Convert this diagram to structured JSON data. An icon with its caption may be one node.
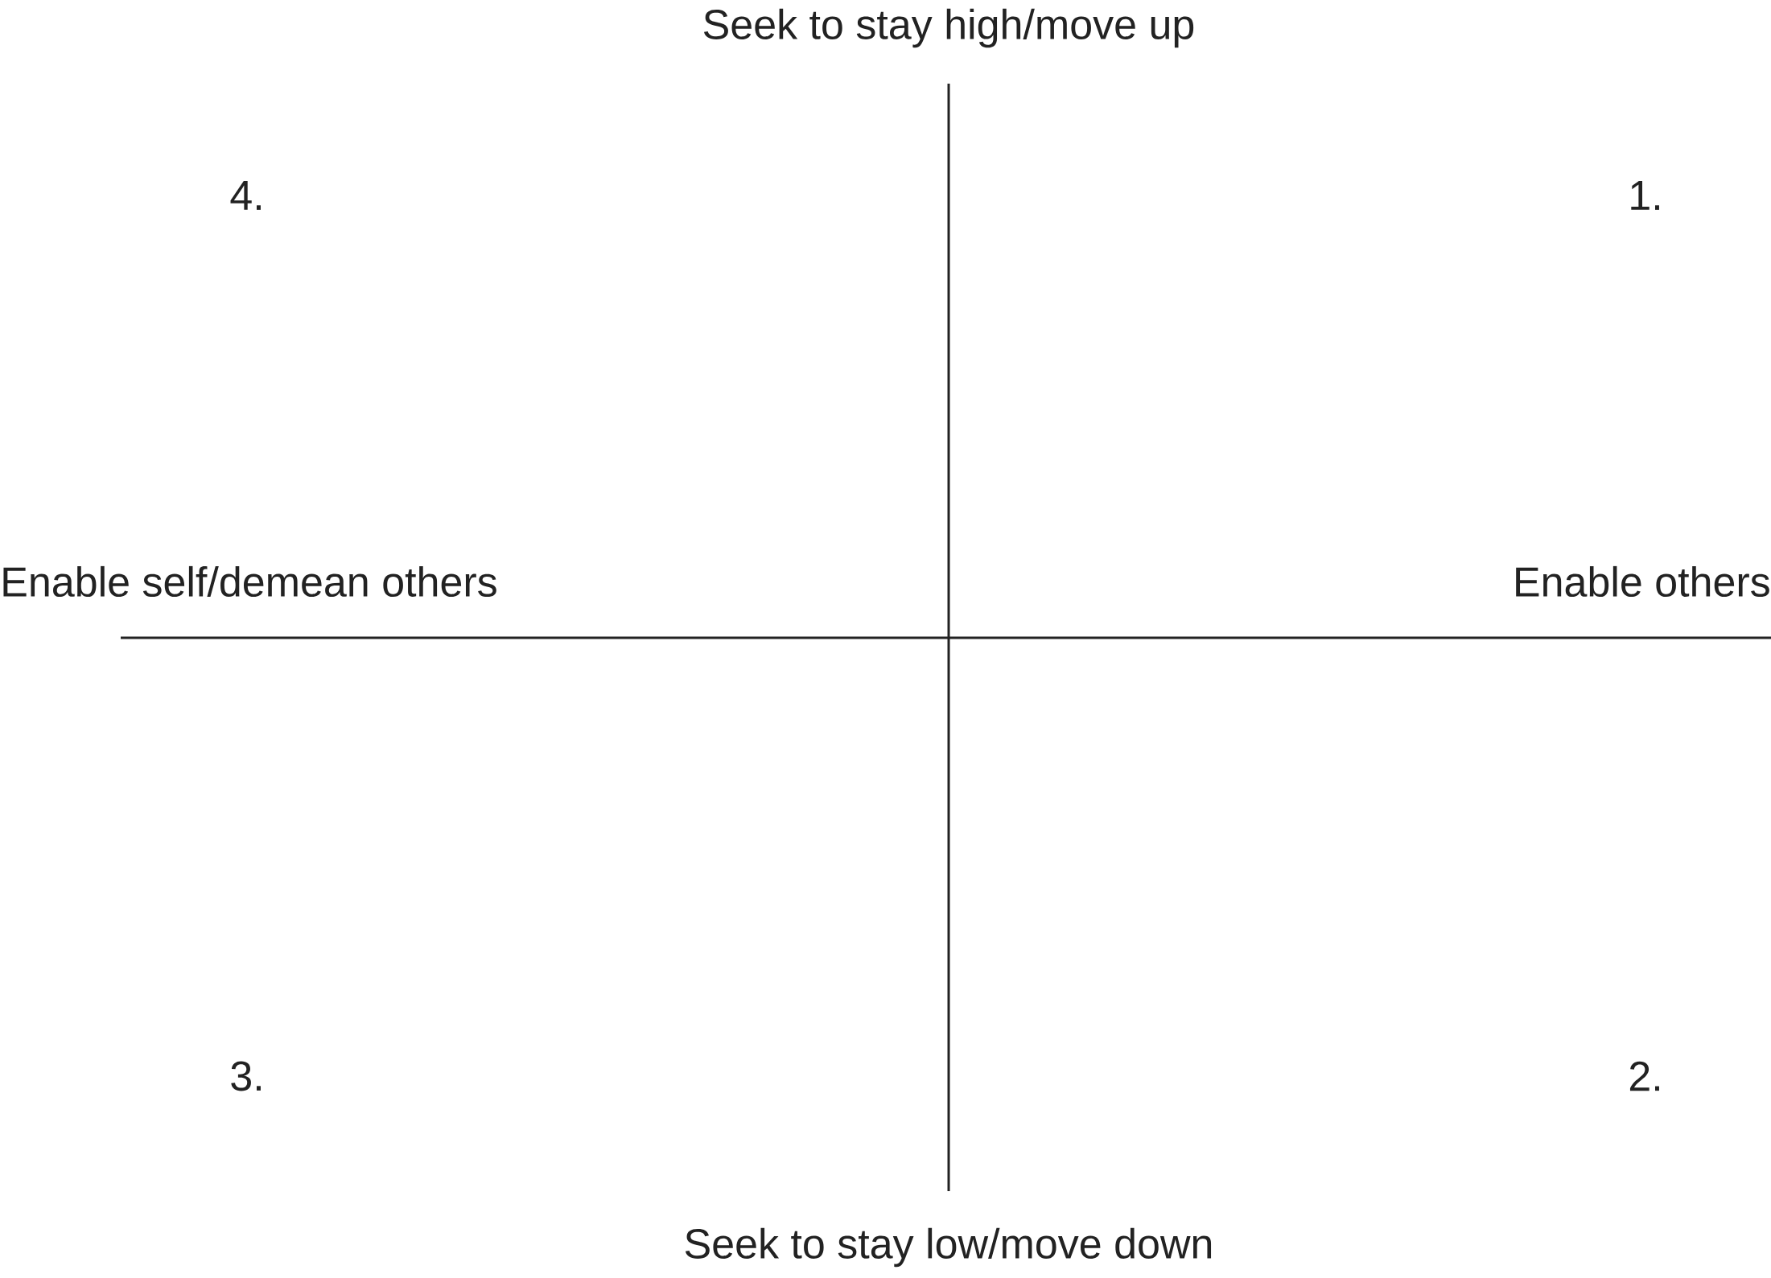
{
  "diagram": {
    "labels": [
      "Seek to stay high/move up",
      "4.",
      "1.",
      "Enable self/demean others",
      "Enable others",
      "3.",
      "2.",
      "Seek to stay low/move down"
    ]
  }
}
